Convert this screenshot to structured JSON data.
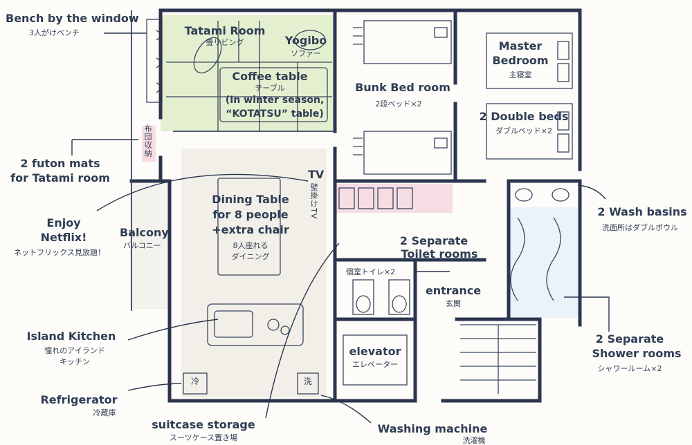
{
  "rooms": {
    "tatami": {
      "en": "Tatami Room",
      "ja": "畳リビング"
    },
    "yogibo": {
      "en": "Yogibo",
      "ja": "ソファー"
    },
    "coffee": {
      "en1": "Coffee table",
      "ja": "テーブル",
      "en2": "(In winter season,",
      "en3": "“KOTATSU” table)"
    },
    "bunk": {
      "en": "Bunk Bed room",
      "ja": "2段ベッド×2"
    },
    "master": {
      "en1": "Master",
      "en2": "Bedroom",
      "ja": "主寝室"
    },
    "double": {
      "en": "2 Double beds",
      "ja": "ダブルベッド×2"
    },
    "tv": {
      "en": "TV",
      "ja": "壁掛けTV"
    },
    "dining": {
      "en1": "Dining Table",
      "en2": "for 8 people",
      "en3": "+extra chair",
      "ja1": "8人座れる",
      "ja2": "ダイニング"
    },
    "balcony": {
      "en": "Balcony",
      "ja": "バルコニー"
    },
    "futon_closet": {
      "ja": "布団収納"
    },
    "toilets": {
      "en1": "2 Separate",
      "en2": "Toilet rooms",
      "ja": "個室トイレ×2"
    },
    "entrance": {
      "en": "entrance",
      "ja": "玄関"
    },
    "elevator": {
      "en": "elevator",
      "ja": "エレベーター"
    },
    "fridge_mark": "冷",
    "washer_mark": "洗"
  },
  "callouts": {
    "bench": {
      "en": "Bench by the window",
      "ja": "3人がけベンチ"
    },
    "futon": {
      "en1": "2 futon mats",
      "en2": "for Tatami room"
    },
    "netflix": {
      "en1": "Enjoy",
      "en2": "Netflix!",
      "ja": "ネットフリックス見放題！"
    },
    "kitchen": {
      "en": "Island Kitchen",
      "ja1": "憧れのアイランド",
      "ja2": "キッチン"
    },
    "fridge": {
      "en": "Refrigerator",
      "ja": "冷蔵庫"
    },
    "suitcase": {
      "en": "suitcase storage",
      "ja": "スーツケース置き場"
    },
    "washing": {
      "en": "Washing machine",
      "ja": "洗濯機"
    },
    "basins": {
      "en": "2 Wash basins",
      "ja": "洗面所はダブルボウル"
    },
    "shower": {
      "en1": "2 Separate",
      "en2": "Shower rooms",
      "ja": "シャワールーム×2"
    }
  }
}
